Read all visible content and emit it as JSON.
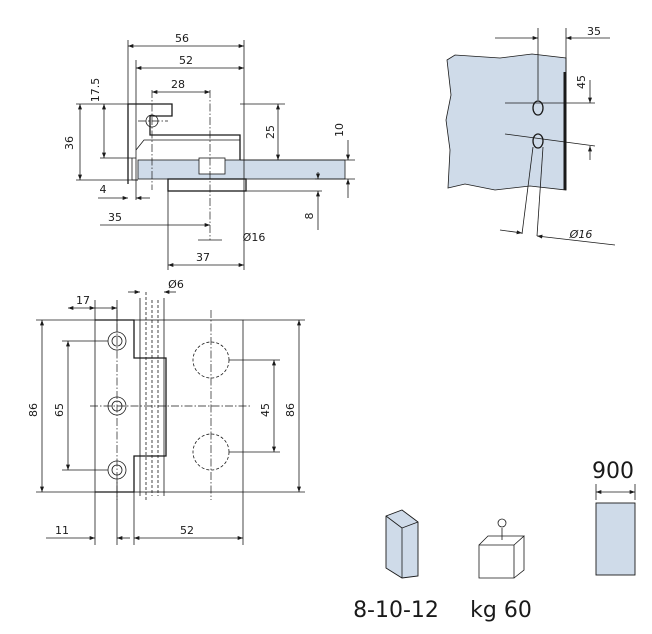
{
  "colors": {
    "glass": "#cfdbe9",
    "line": "#1a1a1a",
    "background": "#ffffff"
  },
  "top_view": {
    "dim_56": "56",
    "dim_52": "52",
    "dim_28": "28",
    "dim_17_5": "17.5",
    "dim_36": "36",
    "dim_25": "25",
    "dim_10": "10",
    "dim_4": "4",
    "dim_35": "35",
    "dim_8": "8",
    "dim_d16": "Ø16",
    "dim_37": "37"
  },
  "glass_edge_view": {
    "dim_35": "35",
    "dim_45": "45",
    "dim_d16": "Ø16"
  },
  "front_view": {
    "dim_17": "17",
    "dim_d6": "Ø6",
    "dim_86_left": "86",
    "dim_65": "65",
    "dim_45": "45",
    "dim_86_right": "86",
    "dim_11": "11",
    "dim_52": "52"
  },
  "specs": {
    "glass_thickness_icon": "glass-thickness-icon",
    "glass_thickness": "8-10-12",
    "weight_icon": "weight-icon",
    "weight": "kg 60",
    "door_width_icon": "door-width-icon",
    "door_width": "900"
  }
}
